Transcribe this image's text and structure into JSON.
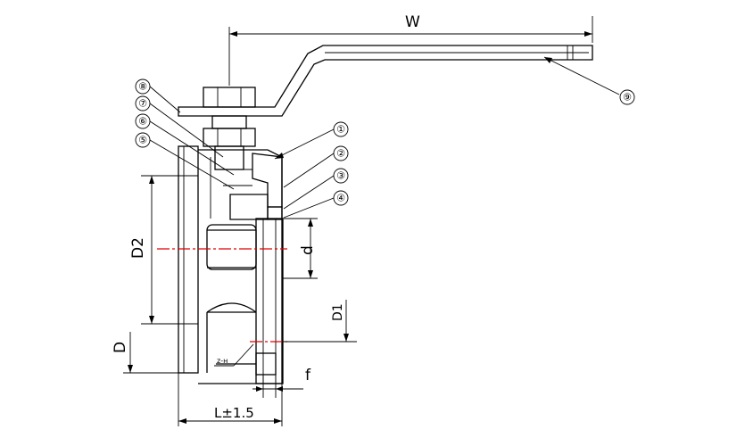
{
  "dimensions": {
    "W": "W",
    "D2": "D2",
    "d": "d",
    "D1": "D1",
    "D": "D",
    "f": "f",
    "L": "L±1.5",
    "zn": "z-н"
  },
  "part_numbers": [
    "①",
    "②",
    "③",
    "④",
    "⑤",
    "⑥",
    "⑦",
    "⑧",
    "⑨"
  ]
}
